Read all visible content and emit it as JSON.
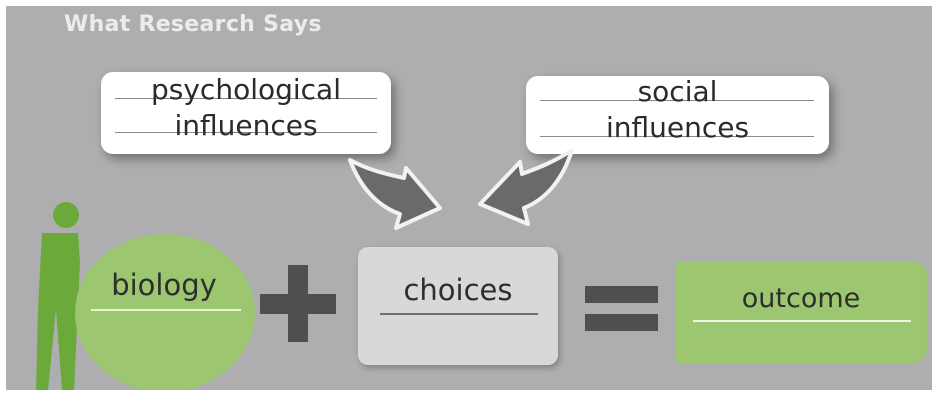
{
  "header": {
    "title": "What Research Says"
  },
  "callouts": {
    "psychological": {
      "line1": "psychological",
      "line2": "influences"
    },
    "social": {
      "line1": "social",
      "line2": "influences"
    }
  },
  "equation": {
    "biology": "biology",
    "choices": "choices",
    "outcome": "outcome"
  },
  "colors": {
    "background": "#aeaeb0",
    "green": "#9cc66f",
    "figure_green": "#6aa93a",
    "operator": "#4f4f4f",
    "arrow": "#6a6a6a",
    "choices_box": "#d8d8da"
  },
  "icons": [
    "person-figure-icon",
    "plus-icon",
    "equals-icon",
    "down-arrow-icon"
  ]
}
